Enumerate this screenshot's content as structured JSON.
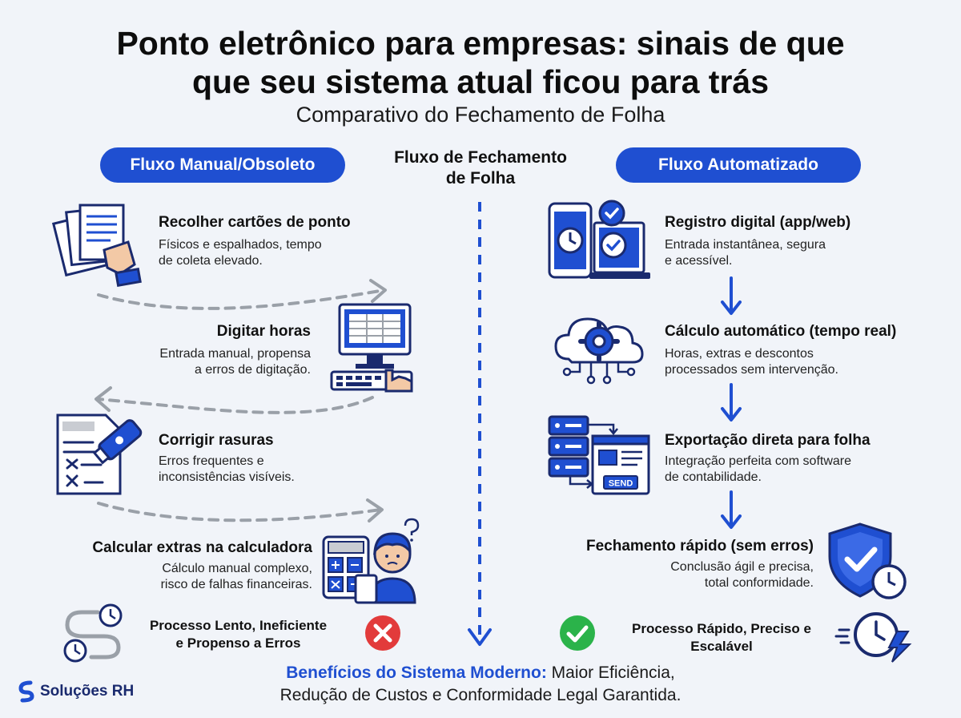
{
  "header": {
    "title_line1": "Ponto eletrônico para empresas: sinais de que",
    "title_line2": "que seu sistema atual ficou para trás",
    "subtitle": "Comparativo do Fechamento de Folha"
  },
  "columns": {
    "left_label": "Fluxo Manual/Obsoleto",
    "center_line1": "Fluxo de Fechamento",
    "center_line2": "de Folha",
    "right_label": "Fluxo Automatizado"
  },
  "manual_steps": [
    {
      "title": "Recolher cartões de ponto",
      "desc1": "Físicos e espalhados, tempo",
      "desc2": "de coleta elevado."
    },
    {
      "title": "Digitar horas",
      "desc1": "Entrada manual, propensa",
      "desc2": "a erros de digitação."
    },
    {
      "title": "Corrigir rasuras",
      "desc1": "Erros frequentes e",
      "desc2": "inconsistências visíveis."
    },
    {
      "title": "Calcular extras na calculadora",
      "desc1": "Cálculo manual complexo,",
      "desc2": "risco de falhas financeiras."
    }
  ],
  "auto_steps": [
    {
      "title": "Registro digital (app/web)",
      "desc1": "Entrada instantânea, segura",
      "desc2": "e acessível."
    },
    {
      "title": "Cálculo automático (tempo real)",
      "desc1": "Horas, extras e descontos",
      "desc2": "processados sem intervenção."
    },
    {
      "title": "Exportação direta para folha",
      "desc1": "Integração perfeita com software",
      "desc2": "de contabilidade."
    },
    {
      "title": "Fechamento rápido (sem erros)",
      "desc1": "Conclusão ágil e precisa,",
      "desc2": "total conformidade."
    }
  ],
  "conclusions": {
    "manual_line1": "Processo Lento, Ineficiente",
    "manual_line2": "e Propenso a Erros",
    "auto_line1": "Processo Rápido, Preciso e",
    "auto_line2": "Escalável"
  },
  "icons": {
    "send_label": "SEND"
  },
  "footer": {
    "benefits_lead": "Benefícios do Sistema Moderno:",
    "benefits_text1": " Maior Eficiência,",
    "benefits_text2": "Redução de Custos e Conformidade Legal Garantida.",
    "brand": "Soluções RH"
  },
  "colors": {
    "accent_blue": "#1f4fd1",
    "navy": "#1a2a6e",
    "error_red": "#e23b3b",
    "success_green": "#2bb34a",
    "background": "#f1f4f9"
  }
}
